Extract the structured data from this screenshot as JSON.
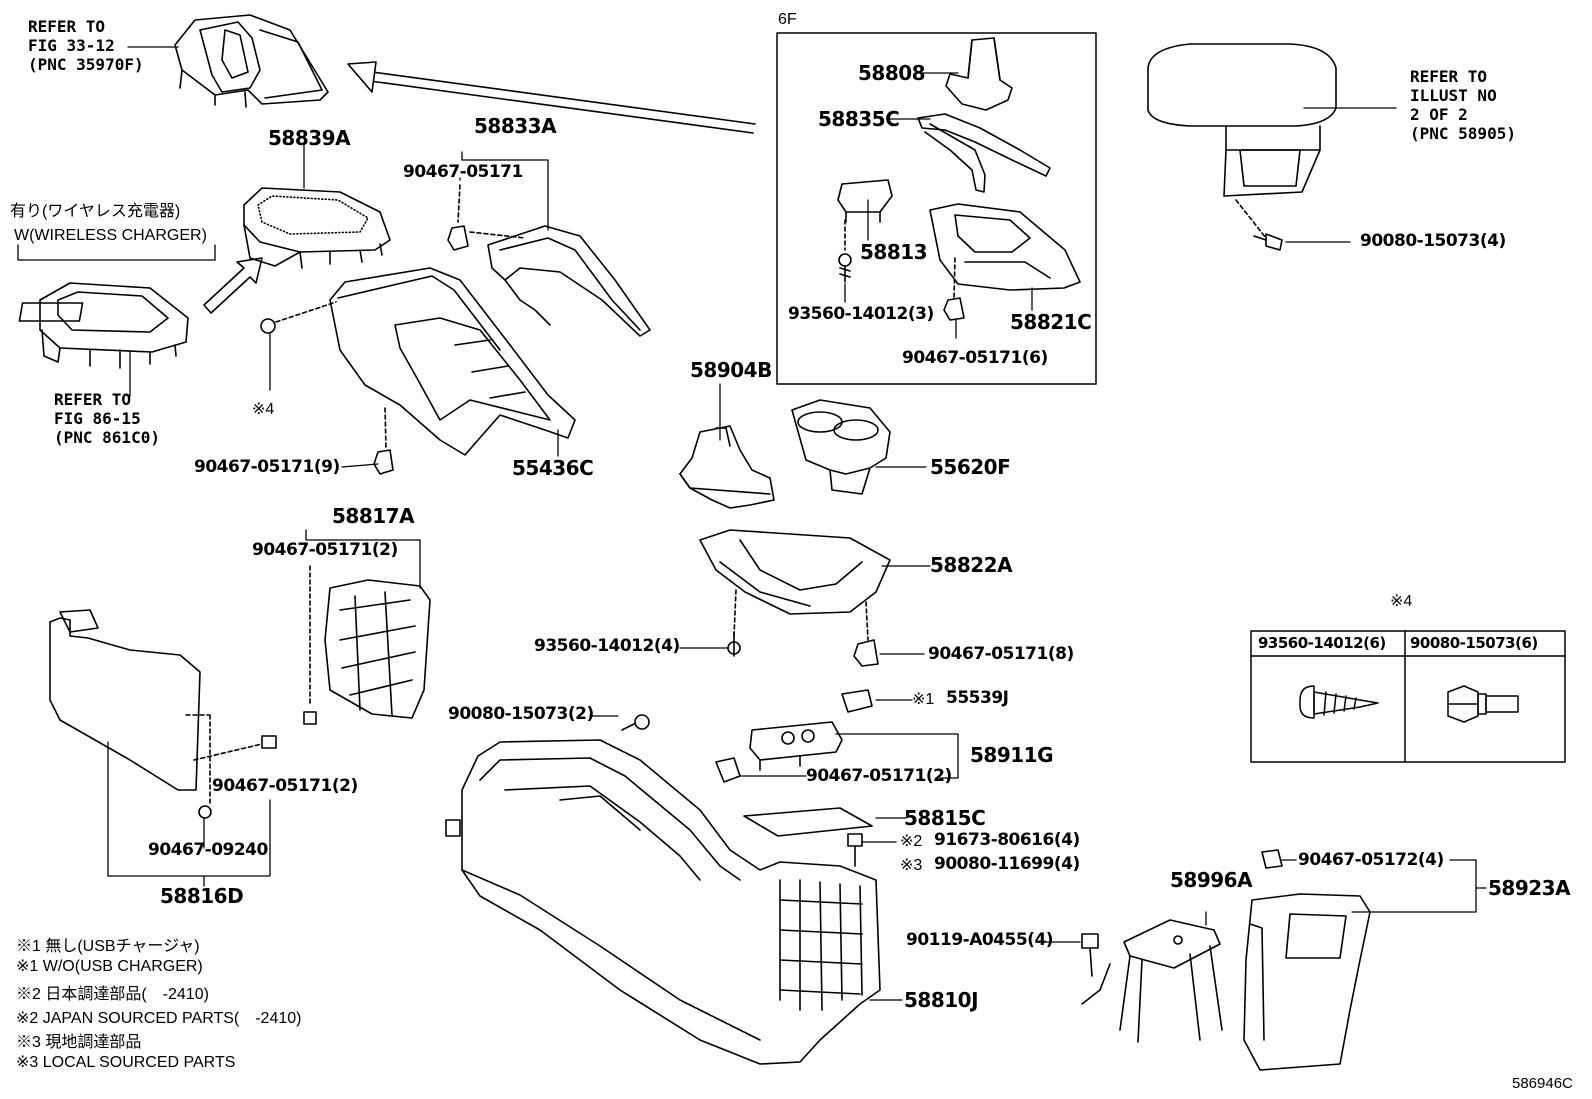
{
  "diagram": {
    "figure_code": "586946C",
    "refs": {
      "fig33": "REFER TO\nFIG 33-12\n(PNC 35970F)",
      "fig86": "REFER TO\nFIG 86-15\n(PNC 861C0)",
      "illust": "REFER TO\nILLUST NO\n2 OF 2\n(PNC 58905)"
    },
    "wireless": {
      "jp": "有り(ワイヤレス充電器)",
      "en": "W(WIRELESS CHARGER)"
    },
    "group_6f": "6F",
    "parts": {
      "p58839A": "58839A",
      "p58833A": "58833A",
      "p90467_05171": "90467-05171",
      "p58808": "58808",
      "p58835C": "58835C",
      "p58813": "58813",
      "p93560_14012_3": "93560-14012(3)",
      "p58821C": "58821C",
      "p90467_05171_6": "90467-05171(6)",
      "p90080_15073_4": "90080-15073(4)",
      "p58904B": "58904B",
      "p55620F": "55620F",
      "p90467_05171_9": "90467-05171(9)",
      "p55436C": "55436C",
      "mark4": "※4",
      "p58817A": "58817A",
      "p90467_05171_2a": "90467-05171(2)",
      "p58822A": "58822A",
      "p93560_14012_4": "93560-14012(4)",
      "p90467_05171_8": "90467-05171(8)",
      "p55539J_mark": "※1",
      "p55539J": "55539J",
      "p90080_15073_2": "90080-15073(2)",
      "p58911G": "58911G",
      "p90467_05171_2b": "90467-05171(2)",
      "p90467_05171_2c": "90467-05171(2)",
      "p90467_09240": "90467-09240",
      "p58816D": "58816D",
      "p58815C": "58815C",
      "p91673_mark": "※2",
      "p91673_80616_4": "91673-80616(4)",
      "p90080_mark": "※3",
      "p90080_11699_4": "90080-11699(4)",
      "p90467_05172_4": "90467-05172(4)",
      "p58923A": "58923A",
      "p58996A": "58996A",
      "p90119_A0455_4": "90119-A0455(4)",
      "p58810J": "58810J"
    },
    "table": {
      "mark": "※4",
      "col1": "93560-14012(6)",
      "col2": "90080-15073(6)"
    },
    "notes": [
      "※1 無し(USBチャージャ)",
      "※1 W/O(USB CHARGER)",
      "※2 日本調達部品(　-2410)",
      "※2 JAPAN SOURCED PARTS(　-2410)",
      "※3 現地調達部品",
      "※3 LOCAL SOURCED PARTS"
    ]
  }
}
